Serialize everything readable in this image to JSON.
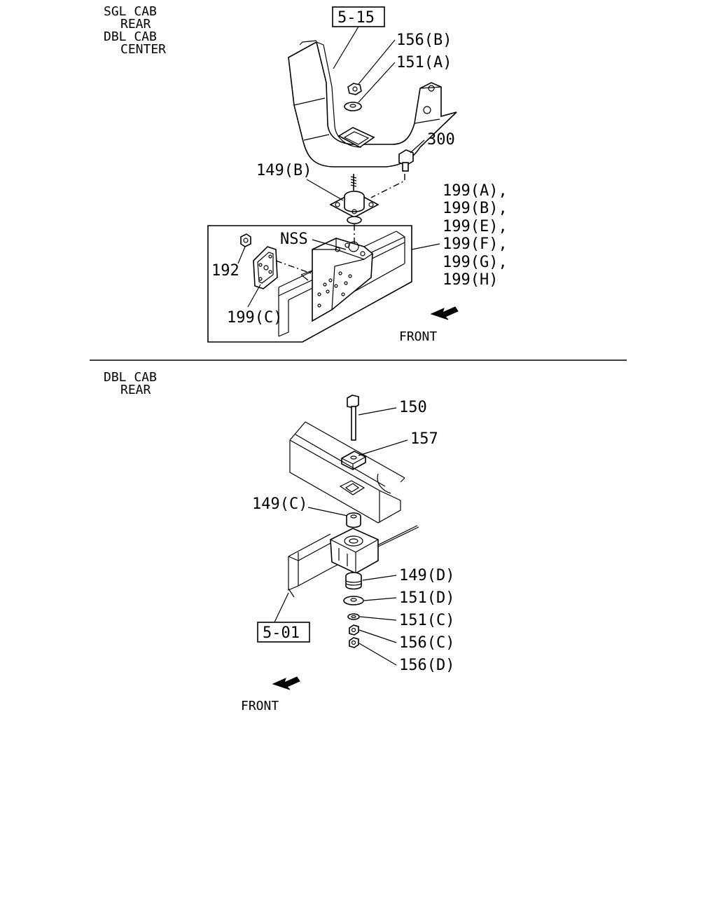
{
  "colors": {
    "ink": "#000000",
    "paper": "#ffffff"
  },
  "top_section": {
    "header": [
      "SGL CAB",
      "REAR",
      "DBL CAB",
      "CENTER"
    ],
    "ref_box": "5-15",
    "parts": {
      "p156B": "156(B)",
      "p151A": "151(A)",
      "p300": "300",
      "p149B": "149(B)",
      "pNSS": "NSS",
      "p192": "192",
      "p199C": "199(C)"
    },
    "group_199": [
      "199(A),",
      "199(B),",
      "199(E),",
      "199(F),",
      "199(G),",
      "199(H)"
    ],
    "front": "FRONT"
  },
  "bottom_section": {
    "header": [
      "DBL CAB",
      "REAR"
    ],
    "ref_box": "5-01",
    "parts": {
      "p150": "150",
      "p157": "157",
      "p149C": "149(C)",
      "p149D": "149(D)",
      "p151D": "151(D)",
      "p151C": "151(C)",
      "p156C": "156(C)",
      "p156D": "156(D)"
    },
    "front": "FRONT"
  },
  "icons": [
    "front-arrow-icon"
  ]
}
